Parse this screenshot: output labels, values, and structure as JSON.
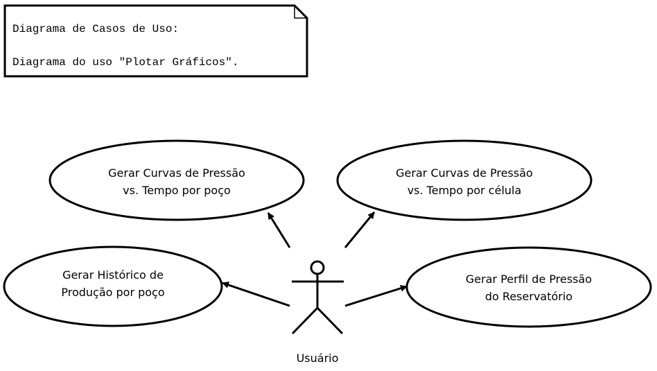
{
  "note": {
    "line1": "Diagrama de Casos de Uso:",
    "line2": "Diagrama do uso \"Plotar Gráficos\"."
  },
  "use_cases": [
    {
      "line1": "Gerar Curvas de Pressão",
      "line2": "vs. Tempo por poço"
    },
    {
      "line1": "Gerar Curvas de Pressão",
      "line2": "vs. Tempo por célula"
    },
    {
      "line1": "Gerar Histórico de",
      "line2": "Produção por poço"
    },
    {
      "line1": "Gerar Perfil de Pressão",
      "line2": "do Reservatório"
    }
  ],
  "actor": {
    "label": "Usuário"
  }
}
